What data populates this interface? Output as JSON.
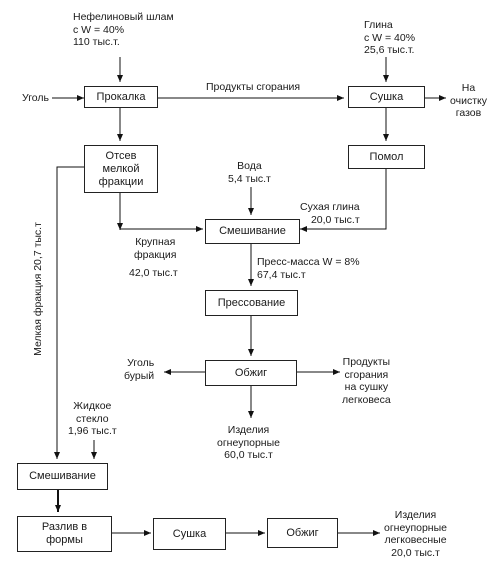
{
  "boxes": {
    "prokalka": "Прокалка",
    "sushka_top": "Сушка",
    "otsev": "Отсев\nмелкой\nфракции",
    "pomol": "Помол",
    "smeshivanie_main": "Смешивание",
    "pressovanie": "Прессование",
    "obzhig_main": "Обжиг",
    "smeshivanie_left": "Смешивание",
    "razliv": "Разлив в\nформы",
    "sushka_bottom": "Сушка",
    "obzhig_bottom": "Обжиг"
  },
  "labels": {
    "nefelin": "Нефелиновый шлам\nс W = 40%\n110 тыс.т.",
    "glina": "Глина\nс W = 40%\n25,6 тыс.т.",
    "ugol": "Уголь",
    "produkty_sgoraniya": "Продукты сгорания",
    "na_ochistku": "На\nочистку\nгазов",
    "voda": "Вода\n5,4 тыс.т",
    "sukhaya_glina": "Сухая глина\n20,0 тыс.т",
    "krupnaya": "Крупная\nфракция",
    "krupnaya_val": "42,0 тыс.т",
    "press_massa": "Пресс-масса W = 8%\n67,4 тыс.т",
    "melkaya": "Мелкая фракция 20,7 тыс.т",
    "ugol_bury": "Уголь\nбурый",
    "produkty_sushku": "Продукты\nсгорания\nна сушку\nлегковеса",
    "izdeliya_main": "Изделия\nогнеупорные\n60,0 тыс.т",
    "zhidkoe_steklo": "Жидкое\nстекло\n1,96 тыс.т",
    "izdeliya_bottom": "Изделия\nогнеупорные\nлегковесные\n20,0 тыс.т"
  }
}
